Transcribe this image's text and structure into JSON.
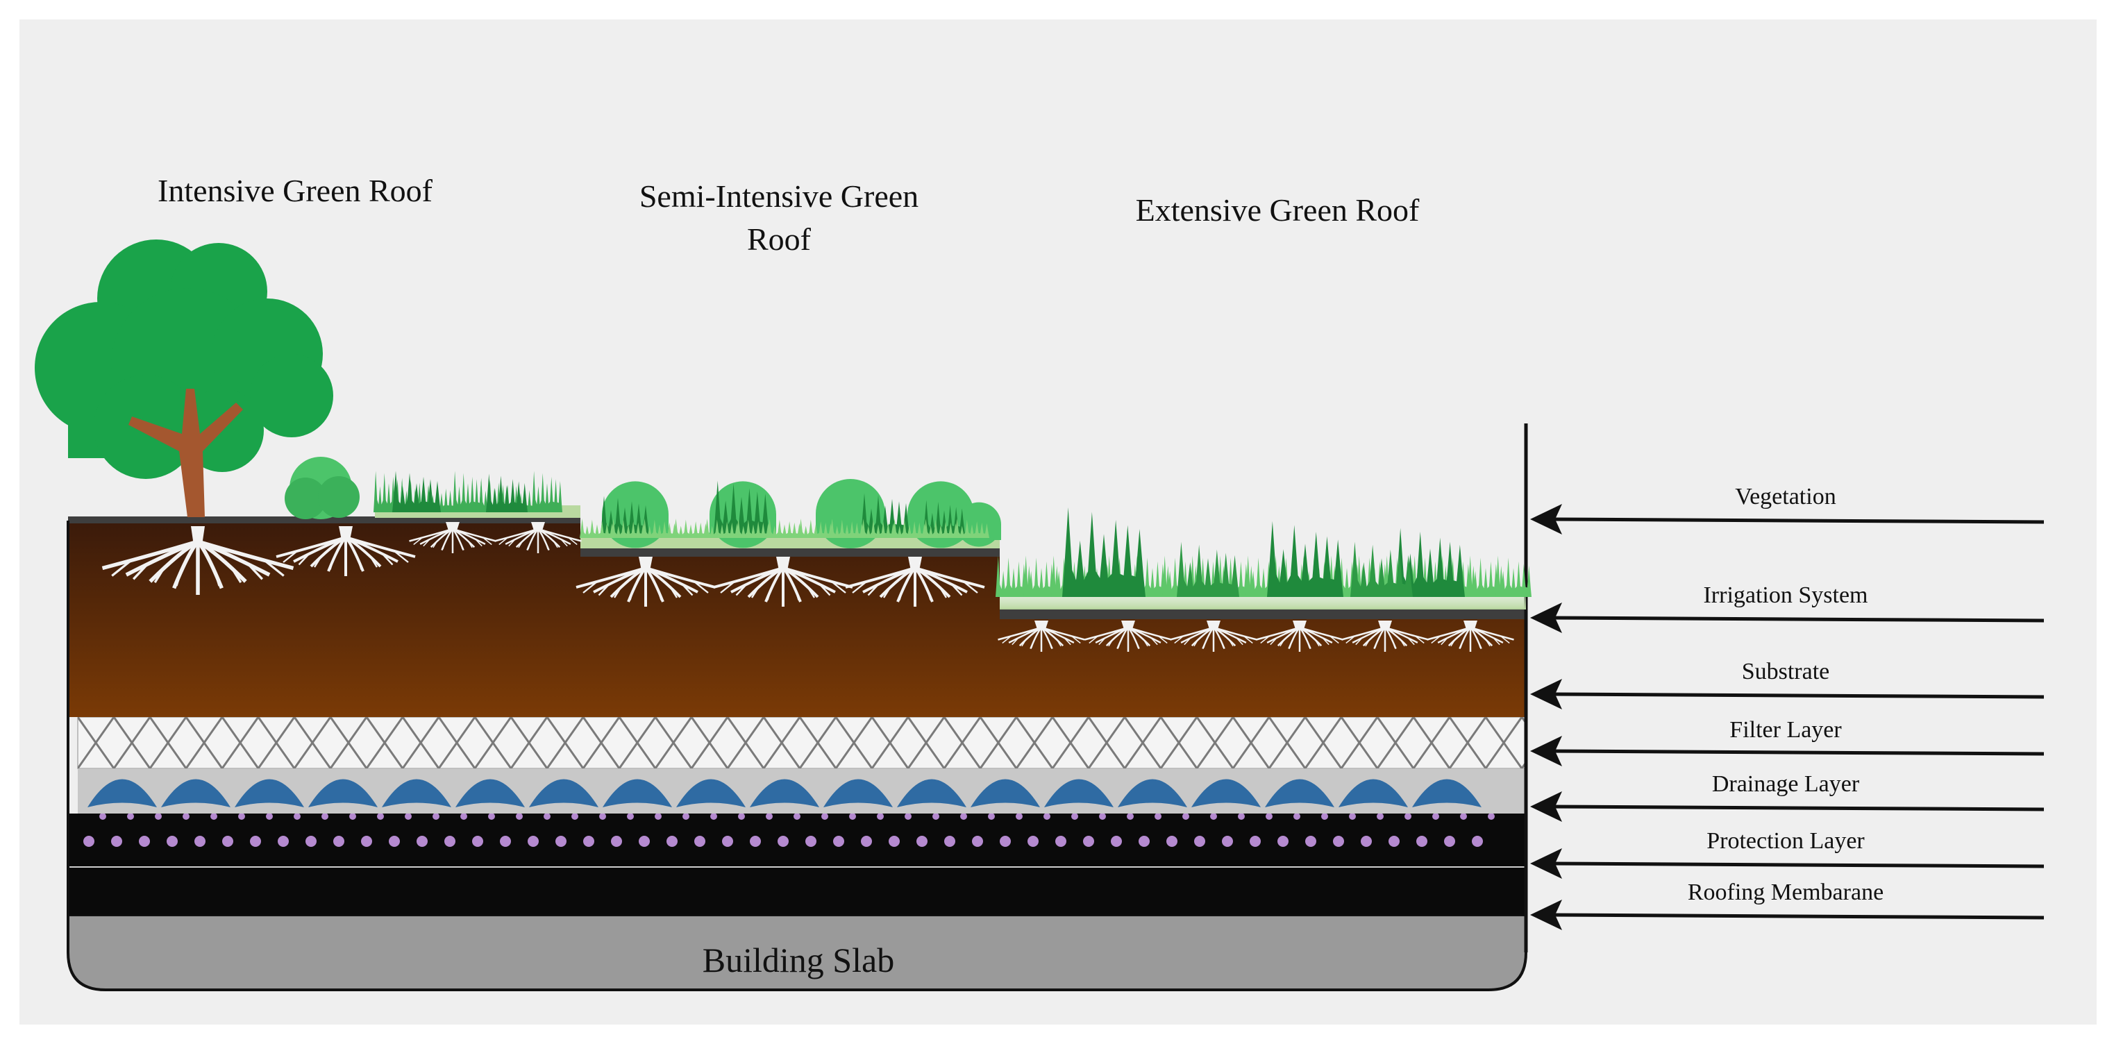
{
  "titles": {
    "intensive": "Intensive Green Roof",
    "semi_intensive_line1": "Semi-Intensive Green",
    "semi_intensive_line2": "Roof",
    "extensive": "Extensive Green Roof"
  },
  "layers": {
    "vegetation": "Vegetation",
    "irrigation": "Irrigation System",
    "substrate": "Substrate",
    "filter": "Filter Layer",
    "drainage": "Drainage Layer",
    "protection": "Protection Layer",
    "membrane": "Roofing Membarane"
  },
  "slab": "Building Slab",
  "colors": {
    "tree_green": "#1aa34a",
    "shrub_green": "#4cc46a",
    "grass_dark": "#1f8a3c",
    "grass_light": "#7fd37a",
    "soil_top": "#3a1a0a",
    "soil_bottom": "#7a3a06",
    "trunk": "#a4572f",
    "drainage_cup": "#2f6ba3",
    "protection_dot": "#b58ad0",
    "slab_gray": "#9a9a9a",
    "background": "#efefef"
  }
}
